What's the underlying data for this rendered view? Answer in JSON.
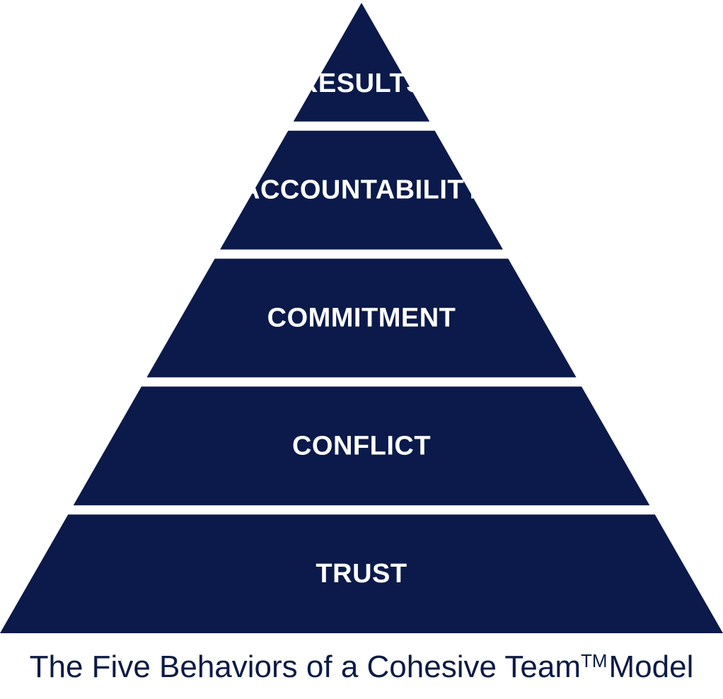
{
  "diagram": {
    "type": "pyramid",
    "fill_color": "#0b1a4a",
    "text_color": "#ffffff",
    "tiers": [
      {
        "label": "RESULTS"
      },
      {
        "label": "ACCOUNTABILITY"
      },
      {
        "label": "COMMITMENT"
      },
      {
        "label": "CONFLICT"
      },
      {
        "label": "TRUST"
      }
    ]
  },
  "caption": {
    "text_before": "The Five Behaviors of a Cohesive Team",
    "trademark": "TM",
    "text_after": "Model"
  }
}
